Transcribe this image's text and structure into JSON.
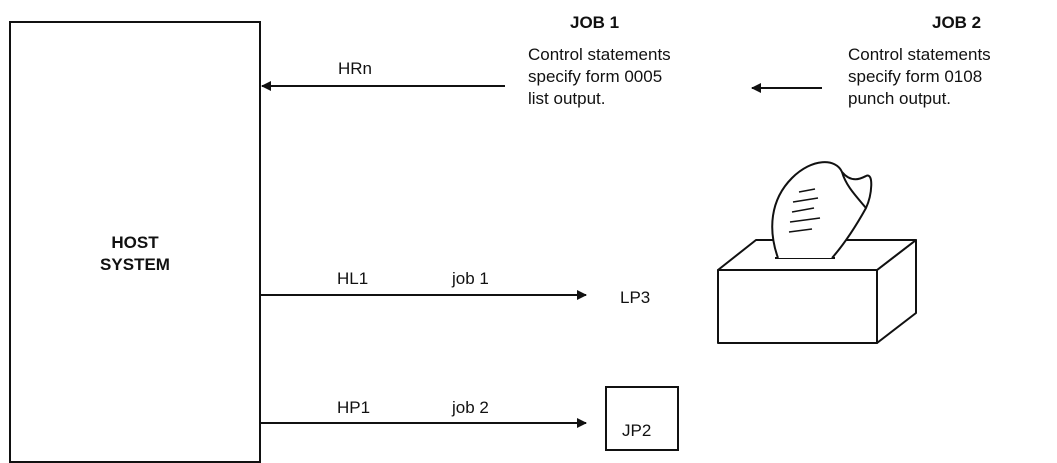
{
  "host": {
    "line1": "HOST",
    "line2": "SYSTEM"
  },
  "job1": {
    "title": "JOB 1",
    "lines": [
      "Control statements",
      "specify form 0005",
      "list output."
    ]
  },
  "job2": {
    "title": "JOB 2",
    "lines": [
      "Control statements",
      "specify form 0108",
      "punch output."
    ]
  },
  "reader": {
    "label": "HRn"
  },
  "printer_line": {
    "device": "HL1",
    "job": "job 1",
    "target": "LP3"
  },
  "punch_line": {
    "device": "HP1",
    "job": "job 2",
    "target": "JP2"
  }
}
